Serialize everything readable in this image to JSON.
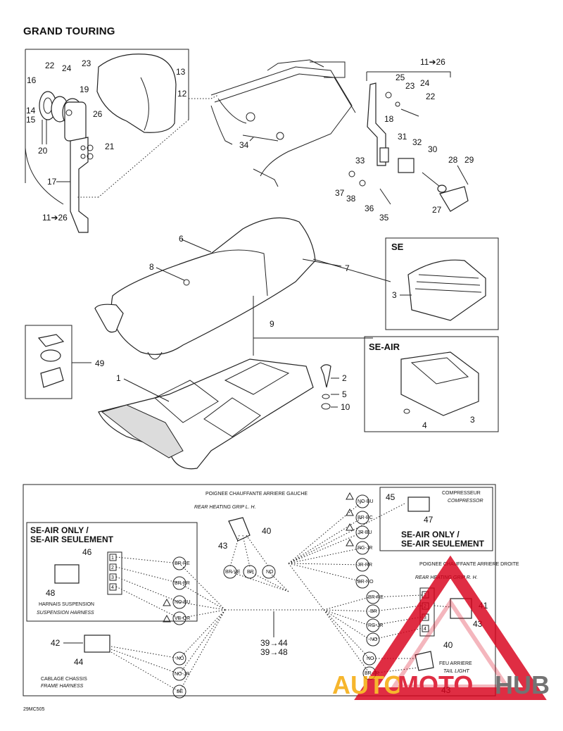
{
  "page_title": "GRAND TOURING",
  "backrest_callouts": [
    "22",
    "24",
    "23",
    "16",
    "19",
    "13",
    "12",
    "14",
    "15",
    "26",
    "20",
    "21",
    "17"
  ],
  "backrest_ref": "11➔26",
  "rack_callouts": [
    "34",
    "25",
    "23",
    "24",
    "22",
    "18",
    "33",
    "31",
    "32",
    "30",
    "28",
    "29",
    "37",
    "38",
    "36",
    "35",
    "27"
  ],
  "rack_ref": "11➔26",
  "seat_callouts": [
    "6",
    "7",
    "8",
    "9",
    "1",
    "2",
    "5",
    "10",
    "49"
  ],
  "se_box": {
    "label": "SE",
    "callout": "3"
  },
  "seair_box": {
    "label": "SE-AIR",
    "callouts": [
      "4",
      "3"
    ]
  },
  "wiring": {
    "left_grip_fr": "POIGNEE CHAUFFANTE ARRIERE GAUCHE",
    "left_grip_en": "REAR HEATING GRIP L. H.",
    "left_grip_callouts": [
      "40",
      "43"
    ],
    "compressor_fr": "COMPRESSEUR",
    "compressor_en": "COMPRESSOR",
    "compressor_callouts": [
      "45",
      "47"
    ],
    "seair_only_1": "SE-AIR ONLY /",
    "seair_only_2": "SE-AIR SEULEMENT",
    "right_grip_fr": "POIGNEE CHAUFFANTE ARRIERE DROITE",
    "right_grip_en": "REAR HEATING GRIP R. H.",
    "right_grip_callouts": [
      "41",
      "43"
    ],
    "susp_fr": "HARNAIS SUSPENSION",
    "susp_en": "SUSPENSION HARNESS",
    "susp_callouts": [
      "46",
      "48"
    ],
    "frame_fr": "CABLAGE CHASSIS",
    "frame_en": "FRAME HARNESS",
    "frame_callouts": [
      "42",
      "44"
    ],
    "taillight_fr": "FEU ARRIERE",
    "taillight_en": "TAIL LIGHT",
    "taillight_callouts": [
      "40",
      "43"
    ],
    "center_ref_1": "39→44",
    "center_ref_2": "39→48",
    "wire_codes_comp": [
      "NO-BU",
      "BR-BC",
      "JR-BU",
      "RG-JR",
      "JR-RR",
      "BR-NO"
    ],
    "wire_codes_susp": [
      "BR-RE",
      "BR-BR",
      "NO-BU",
      "VE-OR"
    ],
    "wire_codes_center": [
      "BR-VE",
      "BR",
      "NO"
    ],
    "wire_codes_right": [
      "BR-RE",
      "BR",
      "RG-JR",
      "NO"
    ],
    "wire_codes_frame": [
      "NO",
      "NO-JR",
      "BE"
    ],
    "wire_codes_tail": [
      "NO",
      "BR-JR"
    ],
    "pin_labels": [
      "1",
      "2",
      "3",
      "4"
    ]
  },
  "footer_code": "29MC505",
  "watermark": {
    "word_a": "AUTO",
    "word_b": "MOTO",
    "word_c": "HUB",
    "color_red": "#d9001a",
    "color_yellow": "#f5a700",
    "color_gray": "#555555"
  }
}
